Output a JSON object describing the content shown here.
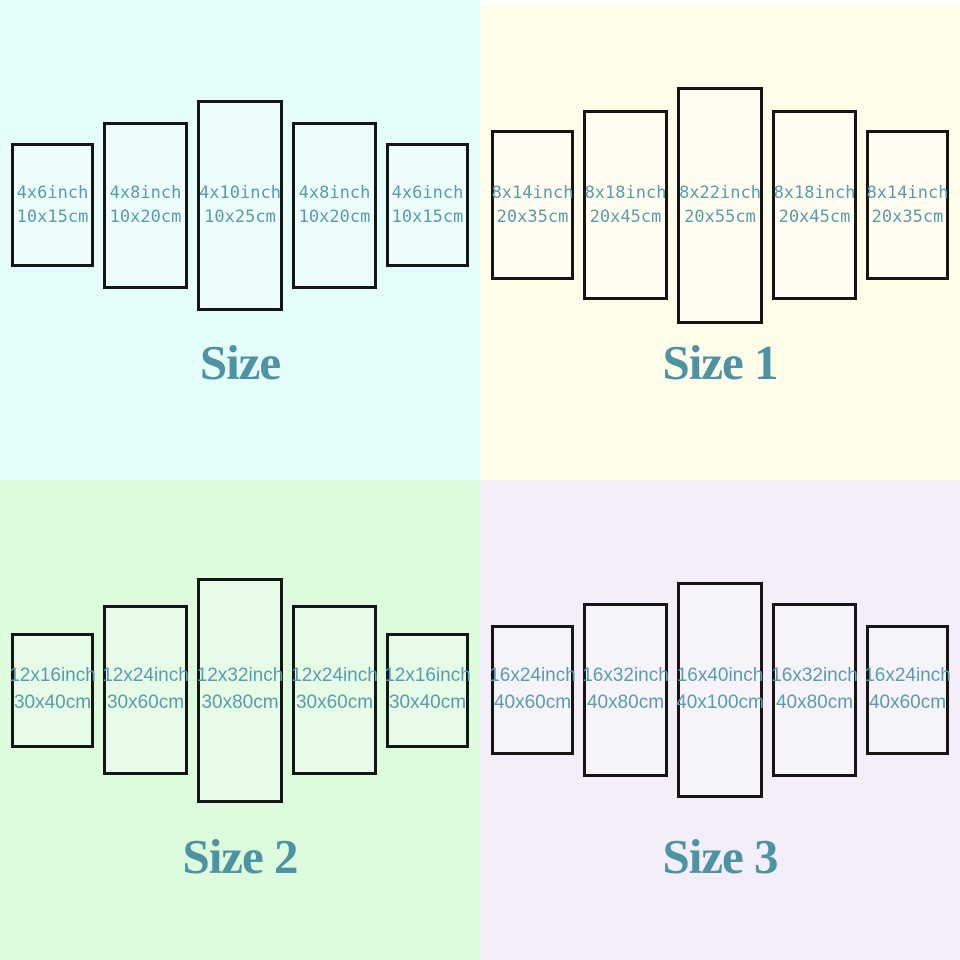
{
  "colors": {
    "title": "#4e93a3",
    "panel_text": "#5a9cab",
    "panel_border": "#151515",
    "quadrant_backgrounds": [
      "#e4fcfa",
      "#fffce9",
      "#ddfbdd",
      "#f3eefa"
    ]
  },
  "quadrants": [
    {
      "title": "Size",
      "background": "#e4fcfa",
      "panels": [
        {
          "inch": "4x6inch",
          "cm": "10x15cm"
        },
        {
          "inch": "4x8inch",
          "cm": "10x20cm"
        },
        {
          "inch": "4x10inch",
          "cm": "10x25cm"
        },
        {
          "inch": "4x8inch",
          "cm": "10x20cm"
        },
        {
          "inch": "4x6inch",
          "cm": "10x15cm"
        }
      ]
    },
    {
      "title": "Size 1",
      "background": "#fffce9",
      "panels": [
        {
          "inch": "8x14inch",
          "cm": "20x35cm"
        },
        {
          "inch": "8x18inch",
          "cm": "20x45cm"
        },
        {
          "inch": "8x22inch",
          "cm": "20x55cm"
        },
        {
          "inch": "8x18inch",
          "cm": "20x45cm"
        },
        {
          "inch": "8x14inch",
          "cm": "20x35cm"
        }
      ]
    },
    {
      "title": "Size 2",
      "background": "#ddfbdd",
      "panels": [
        {
          "inch": "12x16inch",
          "cm": "30x40cm"
        },
        {
          "inch": "12x24inch",
          "cm": "30x60cm"
        },
        {
          "inch": "12x32inch",
          "cm": "30x80cm"
        },
        {
          "inch": "12x24inch",
          "cm": "30x60cm"
        },
        {
          "inch": "12x16inch",
          "cm": "30x40cm"
        }
      ]
    },
    {
      "title": "Size 3",
      "background": "#f3eefa",
      "panels": [
        {
          "inch": "16x24inch",
          "cm": "40x60cm"
        },
        {
          "inch": "16x32inch",
          "cm": "40x80cm"
        },
        {
          "inch": "16x40inch",
          "cm": "40x100cm"
        },
        {
          "inch": "16x32inch",
          "cm": "40x80cm"
        },
        {
          "inch": "16x24inch",
          "cm": "40x60cm"
        }
      ]
    }
  ]
}
